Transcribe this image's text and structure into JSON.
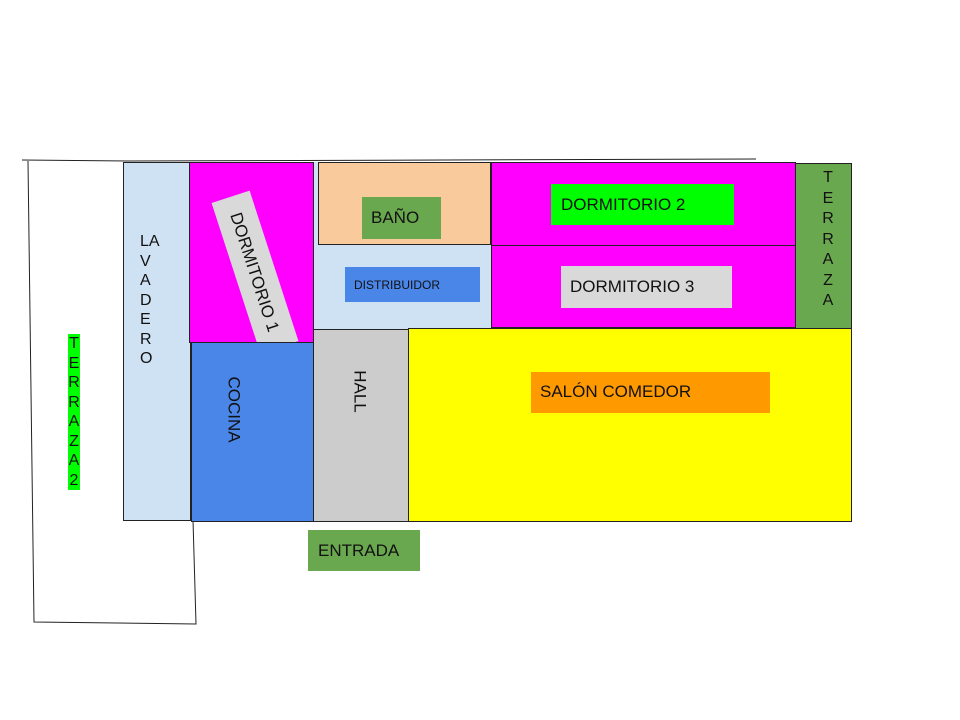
{
  "plan": {
    "terraza2": "TERRAZA2",
    "lavadero": "LAVADERO",
    "dormitorio1": "DORMITORIO 1",
    "cocina": "COCINA",
    "hall": "HALL",
    "bano": "BAÑO",
    "distribuidor": "DISTRIBUIDOR",
    "dormitorio2": "DORMITORIO 2",
    "dormitorio3": "DORMITORIO 3",
    "salon": "SALÓN COMEDOR",
    "terraza": "TERRAZA",
    "entrada": "ENTRADA"
  },
  "colors": {
    "lavadero": "#cfe2f3",
    "dormitorio": "#ff00ff",
    "cocina": "#4a86e8",
    "hall": "#cccccc",
    "bano": "#f9cb9c",
    "distribuidor_area": "#cfe2f3",
    "distribuidor_label": "#4a86e8",
    "dormitorio2_label": "#00ff00",
    "dormitorio3_label": "#d9d9d9",
    "salon": "#ffff00",
    "salon_label": "#ff9900",
    "terraza": "#6aa84f",
    "entrada": "#6aa84f",
    "terraza2_label": "#00ff00"
  }
}
